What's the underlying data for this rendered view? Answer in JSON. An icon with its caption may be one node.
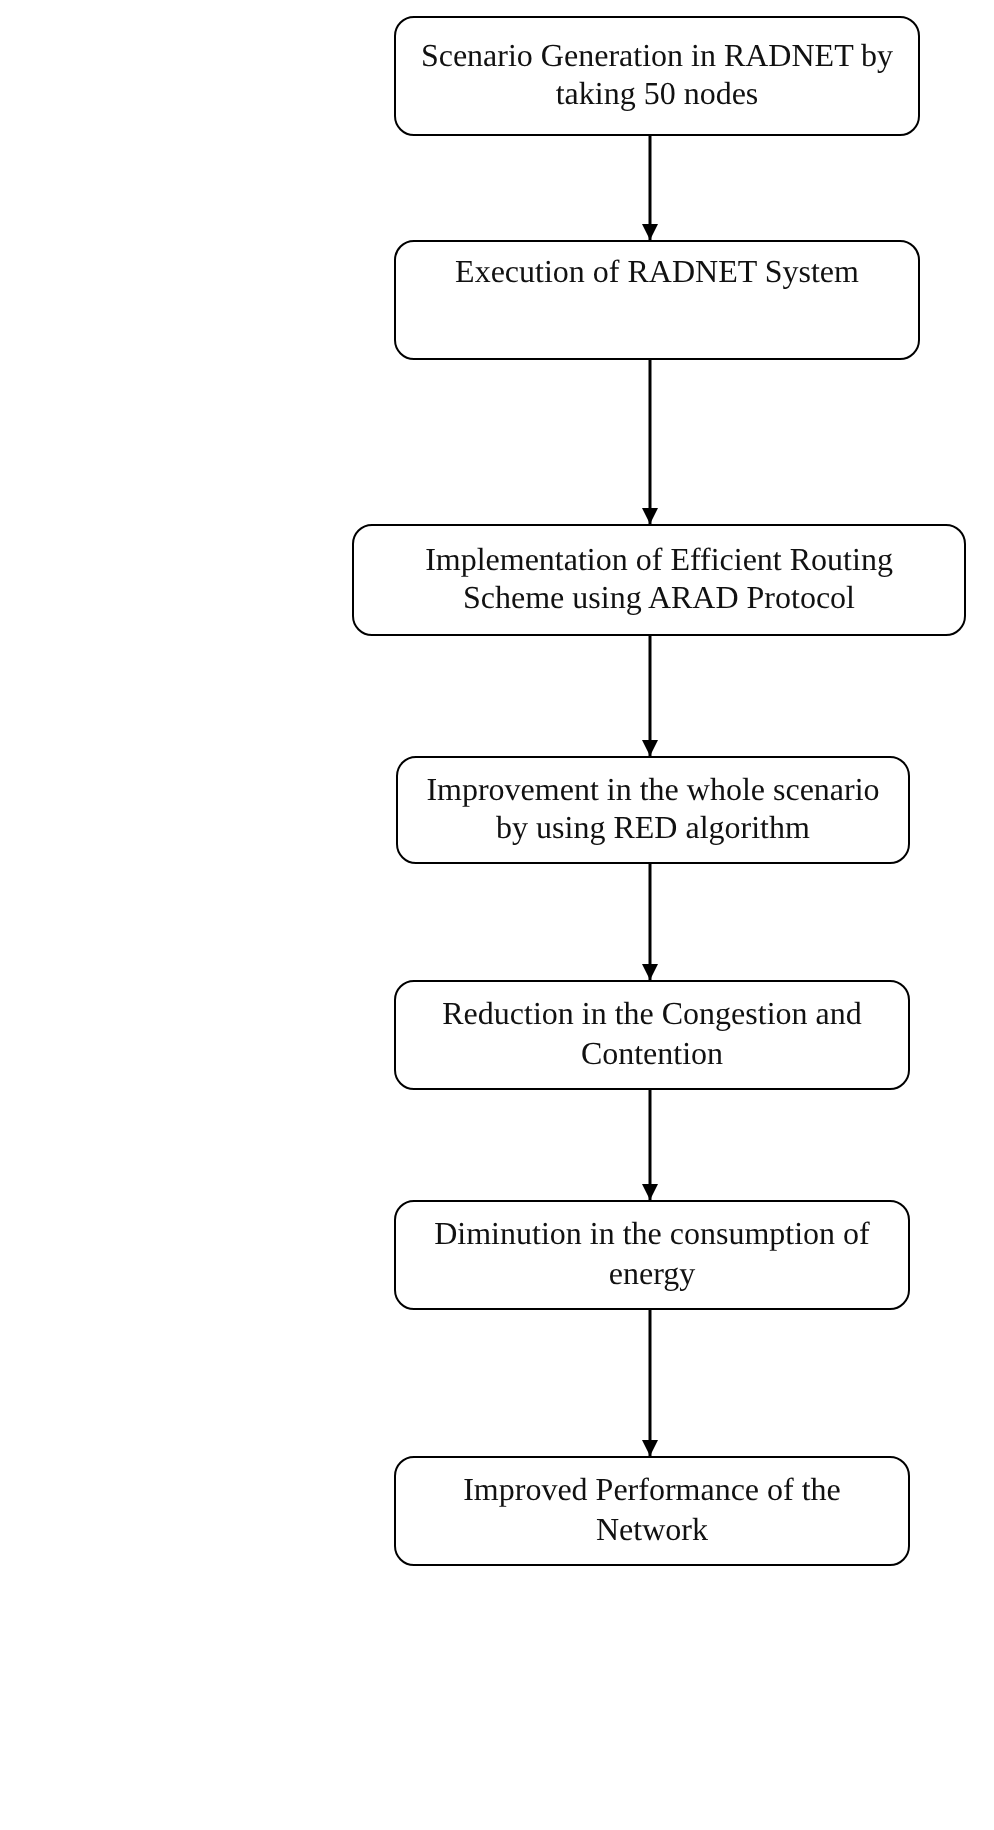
{
  "diagram": {
    "nodes": [
      {
        "text": [
          "Scenario Generation in RADNET by taking 50 nodes"
        ]
      },
      {
        "text": [
          "Execution of RADNET System"
        ]
      },
      {
        "text": [
          "Implementation of Efficient Routing Scheme using ARAD Protocol"
        ]
      },
      {
        "text": [
          "Improvement in the whole scenario by using RED algorithm"
        ]
      },
      {
        "text": [
          "Reduction in the Congestion and Contention"
        ]
      },
      {
        "text": [
          "Diminution in the consumption of energy"
        ]
      },
      {
        "text": [
          "Improved Performance of the Network"
        ]
      }
    ],
    "edges": [
      {
        "from": 0,
        "to": 1,
        "arrow": "to"
      },
      {
        "from": 1,
        "to": 2,
        "arrow": "to"
      },
      {
        "from": 2,
        "to": 3,
        "arrow": "to"
      },
      {
        "from": 3,
        "to": 4,
        "arrow": "to"
      },
      {
        "from": 4,
        "to": 5,
        "arrow": "to"
      },
      {
        "from": 5,
        "to": 6,
        "arrow": "to"
      }
    ]
  }
}
